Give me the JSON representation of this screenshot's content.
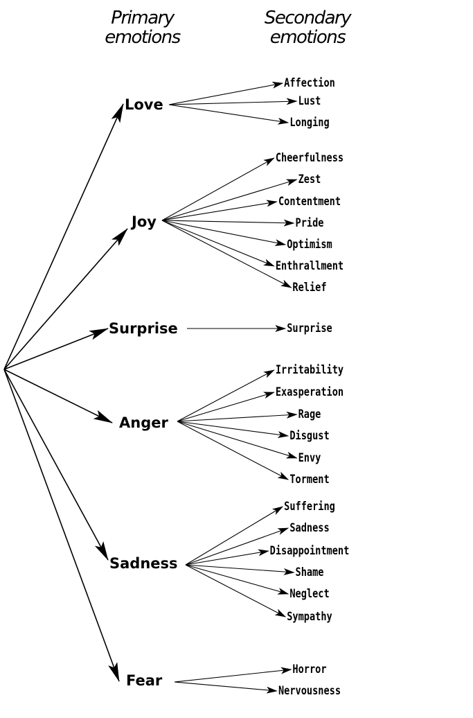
{
  "headers": {
    "primary": [
      "Primary",
      "emotions"
    ],
    "secondary": [
      "Secondary",
      "emotions"
    ]
  },
  "emotions": [
    {
      "label": "Love",
      "secondary": [
        "Affection",
        "Lust",
        "Longing"
      ]
    },
    {
      "label": "Joy",
      "secondary": [
        "Cheerfulness",
        "Zest",
        "Contentment",
        "Pride",
        "Optimism",
        "Enthrallment",
        "Relief"
      ]
    },
    {
      "label": "Surprise",
      "secondary": [
        "Surprise"
      ]
    },
    {
      "label": "Anger",
      "secondary": [
        "Irritability",
        "Exasperation",
        "Rage",
        "Disgust",
        "Envy",
        "Torment"
      ]
    },
    {
      "label": "Sadness",
      "secondary": [
        "Suffering",
        "Sadness",
        "Disappointment",
        "Shame",
        "Neglect",
        "Sympathy"
      ]
    },
    {
      "label": "Fear",
      "secondary": [
        "Horror",
        "Nervousness"
      ]
    }
  ]
}
